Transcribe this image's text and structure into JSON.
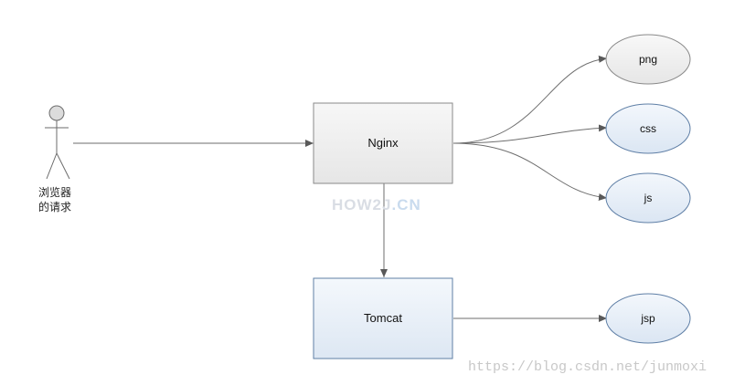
{
  "actor": {
    "line1": "浏览器",
    "line2": "的请求"
  },
  "nodes": {
    "nginx": "Nginx",
    "tomcat": "Tomcat",
    "png": "png",
    "css": "css",
    "js": "js",
    "jsp": "jsp"
  },
  "watermarks": {
    "how2j_main": "HOW2J",
    "how2j_suffix": ".CN",
    "csdn_url": "https://blog.csdn.net/junmoxi"
  },
  "colors": {
    "nginx_fill": "#ececec",
    "tomcat_fill": "#e2ebf6",
    "css_js_jsp_fill": "#e3ecf7",
    "png_fill": "#eeeeee",
    "stroke_gray": "#8c8c8c",
    "stroke_blue": "#5f7fa6"
  }
}
